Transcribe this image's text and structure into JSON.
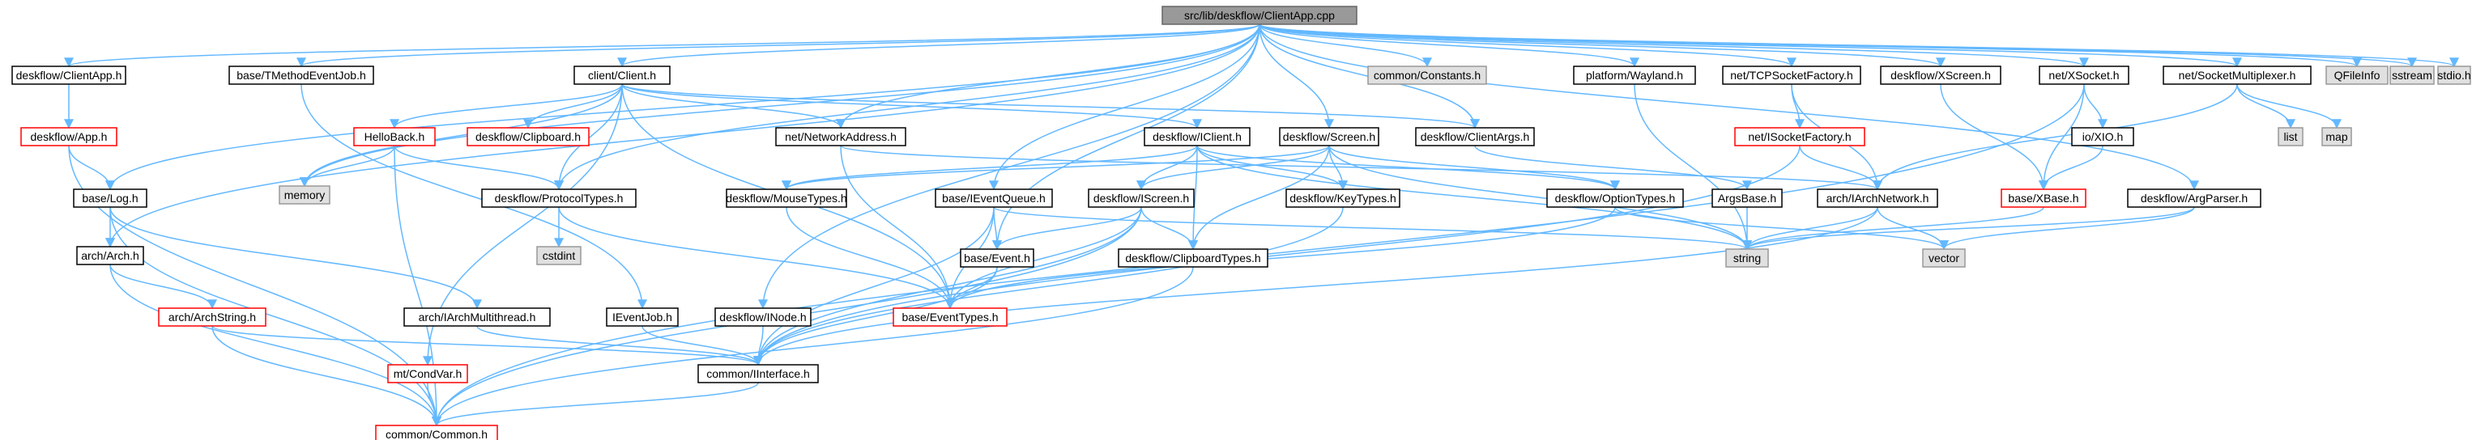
{
  "diagram": {
    "colors": {
      "root_fill": "#999999",
      "root_border": "#666666",
      "include_fill": "#ffffff",
      "include_border": "#000000",
      "missing_fill": "#ffffff",
      "missing_border": "#ff0000",
      "external_fill": "#e0e0e0",
      "external_border": "#999999",
      "edge": "#63b8ff"
    },
    "nodes": [
      {
        "id": "root",
        "label": "src/lib/deskflow/ClientApp.cpp",
        "kind": "root"
      },
      {
        "id": "clientapp_h",
        "label": "deskflow/ClientApp.h",
        "kind": "include"
      },
      {
        "id": "tmethod",
        "label": "base/TMethodEventJob.h",
        "kind": "include"
      },
      {
        "id": "client_h",
        "label": "client/Client.h",
        "kind": "include"
      },
      {
        "id": "constants",
        "label": "common/Constants.h",
        "kind": "external"
      },
      {
        "id": "wayland",
        "label": "platform/Wayland.h",
        "kind": "include"
      },
      {
        "id": "tcpfactory",
        "label": "net/TCPSocketFactory.h",
        "kind": "include"
      },
      {
        "id": "xscreen",
        "label": "deskflow/XScreen.h",
        "kind": "include"
      },
      {
        "id": "xsocket",
        "label": "net/XSocket.h",
        "kind": "include"
      },
      {
        "id": "multiplexer",
        "label": "net/SocketMultiplexer.h",
        "kind": "include"
      },
      {
        "id": "qfileinfo",
        "label": "QFileInfo",
        "kind": "external"
      },
      {
        "id": "sstream",
        "label": "sstream",
        "kind": "external"
      },
      {
        "id": "stdio",
        "label": "stdio.h",
        "kind": "external"
      },
      {
        "id": "app_h",
        "label": "deskflow/App.h",
        "kind": "missing"
      },
      {
        "id": "helloback",
        "label": "HelloBack.h",
        "kind": "missing"
      },
      {
        "id": "clipboard_h",
        "label": "deskflow/Clipboard.h",
        "kind": "missing"
      },
      {
        "id": "netaddress",
        "label": "net/NetworkAddress.h",
        "kind": "include"
      },
      {
        "id": "iclient",
        "label": "deskflow/IClient.h",
        "kind": "include"
      },
      {
        "id": "screen_h",
        "label": "deskflow/Screen.h",
        "kind": "include"
      },
      {
        "id": "clientargs",
        "label": "deskflow/ClientArgs.h",
        "kind": "include"
      },
      {
        "id": "isocketfactory",
        "label": "net/ISocketFactory.h",
        "kind": "missing"
      },
      {
        "id": "ixio",
        "label": "io/XIO.h",
        "kind": "include"
      },
      {
        "id": "list",
        "label": "list",
        "kind": "external"
      },
      {
        "id": "map",
        "label": "map",
        "kind": "external"
      },
      {
        "id": "memory",
        "label": "memory",
        "kind": "external"
      },
      {
        "id": "log_h",
        "label": "base/Log.h",
        "kind": "include"
      },
      {
        "id": "protocoltypes",
        "label": "deskflow/ProtocolTypes.h",
        "kind": "include"
      },
      {
        "id": "mousetypes",
        "label": "deskflow/MouseTypes.h",
        "kind": "include"
      },
      {
        "id": "ieventqueue",
        "label": "base/IEventQueue.h",
        "kind": "include"
      },
      {
        "id": "iscreen",
        "label": "deskflow/IScreen.h",
        "kind": "include"
      },
      {
        "id": "keytypes",
        "label": "deskflow/KeyTypes.h",
        "kind": "include"
      },
      {
        "id": "optiontypes",
        "label": "deskflow/OptionTypes.h",
        "kind": "include"
      },
      {
        "id": "argsbase",
        "label": "ArgsBase.h",
        "kind": "include"
      },
      {
        "id": "iarchnetwork",
        "label": "arch/IArchNetwork.h",
        "kind": "include"
      },
      {
        "id": "xbase",
        "label": "base/XBase.h",
        "kind": "missing"
      },
      {
        "id": "argparser",
        "label": "deskflow/ArgParser.h",
        "kind": "include"
      },
      {
        "id": "arch_h",
        "label": "arch/Arch.h",
        "kind": "include"
      },
      {
        "id": "cstdint",
        "label": "cstdint",
        "kind": "external"
      },
      {
        "id": "event_h",
        "label": "base/Event.h",
        "kind": "include"
      },
      {
        "id": "clipboardtypes",
        "label": "deskflow/ClipboardTypes.h",
        "kind": "include"
      },
      {
        "id": "string",
        "label": "string",
        "kind": "external"
      },
      {
        "id": "vector",
        "label": "vector",
        "kind": "external"
      },
      {
        "id": "archstring",
        "label": "arch/ArchString.h",
        "kind": "missing"
      },
      {
        "id": "iarchmultithread",
        "label": "arch/IArchMultithread.h",
        "kind": "include"
      },
      {
        "id": "ieventjob",
        "label": "IEventJob.h",
        "kind": "include"
      },
      {
        "id": "inode",
        "label": "deskflow/INode.h",
        "kind": "include"
      },
      {
        "id": "eventtypes",
        "label": "base/EventTypes.h",
        "kind": "missing"
      },
      {
        "id": "condvar",
        "label": "mt/CondVar.h",
        "kind": "missing"
      },
      {
        "id": "iinterface",
        "label": "common/IInterface.h",
        "kind": "include"
      },
      {
        "id": "common_h",
        "label": "common/Common.h",
        "kind": "missing"
      }
    ],
    "edges": [
      [
        "root",
        "clientapp_h"
      ],
      [
        "root",
        "tmethod"
      ],
      [
        "root",
        "client_h"
      ],
      [
        "root",
        "constants"
      ],
      [
        "root",
        "wayland"
      ],
      [
        "root",
        "tcpfactory"
      ],
      [
        "root",
        "xscreen"
      ],
      [
        "root",
        "xsocket"
      ],
      [
        "root",
        "multiplexer"
      ],
      [
        "root",
        "qfileinfo"
      ],
      [
        "root",
        "sstream"
      ],
      [
        "root",
        "stdio"
      ],
      [
        "root",
        "log_h"
      ],
      [
        "root",
        "arch_h"
      ],
      [
        "root",
        "memory"
      ],
      [
        "root",
        "protocoltypes"
      ],
      [
        "root",
        "netaddress"
      ],
      [
        "root",
        "ieventqueue"
      ],
      [
        "root",
        "screen_h"
      ],
      [
        "root",
        "clientargs"
      ],
      [
        "root",
        "argparser"
      ],
      [
        "root",
        "event_h"
      ],
      [
        "root",
        "inode"
      ],
      [
        "clientapp_h",
        "app_h"
      ],
      [
        "app_h",
        "log_h"
      ],
      [
        "app_h",
        "common_h"
      ],
      [
        "tmethod",
        "ieventjob"
      ],
      [
        "client_h",
        "memory"
      ],
      [
        "client_h",
        "helloback"
      ],
      [
        "client_h",
        "clipboard_h"
      ],
      [
        "client_h",
        "netaddress"
      ],
      [
        "client_h",
        "iclient"
      ],
      [
        "client_h",
        "clientargs"
      ],
      [
        "client_h",
        "condvar"
      ],
      [
        "client_h",
        "eventtypes"
      ],
      [
        "client_h",
        "protocoltypes"
      ],
      [
        "helloback",
        "memory"
      ],
      [
        "helloback",
        "protocoltypes"
      ],
      [
        "helloback",
        "common_h"
      ],
      [
        "netaddress",
        "eventtypes"
      ],
      [
        "netaddress",
        "iarchnetwork"
      ],
      [
        "iclient",
        "iscreen"
      ],
      [
        "iclient",
        "mousetypes"
      ],
      [
        "iclient",
        "keytypes"
      ],
      [
        "iclient",
        "clipboardtypes"
      ],
      [
        "iclient",
        "optiontypes"
      ],
      [
        "iclient",
        "string"
      ],
      [
        "screen_h",
        "mousetypes"
      ],
      [
        "screen_h",
        "keytypes"
      ],
      [
        "screen_h",
        "optiontypes"
      ],
      [
        "screen_h",
        "clipboardtypes"
      ],
      [
        "screen_h",
        "iscreen"
      ],
      [
        "screen_h",
        "string"
      ],
      [
        "clientargs",
        "argsbase"
      ],
      [
        "wayland",
        "string"
      ],
      [
        "tcpfactory",
        "isocketfactory"
      ],
      [
        "tcpfactory",
        "iarchnetwork"
      ],
      [
        "isocketfactory",
        "iarchnetwork"
      ],
      [
        "isocketfactory",
        "iinterface"
      ],
      [
        "xscreen",
        "xbase"
      ],
      [
        "xsocket",
        "ixio"
      ],
      [
        "xsocket",
        "xbase"
      ],
      [
        "xsocket",
        "common_h"
      ],
      [
        "ixio",
        "xbase"
      ],
      [
        "multiplexer",
        "list"
      ],
      [
        "multiplexer",
        "map"
      ],
      [
        "multiplexer",
        "iarchnetwork"
      ],
      [
        "argparser",
        "string"
      ],
      [
        "argparser",
        "vector"
      ],
      [
        "log_h",
        "arch_h"
      ],
      [
        "log_h",
        "iarchmultithread"
      ],
      [
        "log_h",
        "common_h"
      ],
      [
        "arch_h",
        "archstring"
      ],
      [
        "arch_h",
        "common_h"
      ],
      [
        "archstring",
        "iinterface"
      ],
      [
        "archstring",
        "common_h"
      ],
      [
        "iarchmultithread",
        "iinterface"
      ],
      [
        "protocoltypes",
        "cstdint"
      ],
      [
        "protocoltypes",
        "eventtypes"
      ],
      [
        "mousetypes",
        "eventtypes"
      ],
      [
        "ieventqueue",
        "event_h"
      ],
      [
        "ieventqueue",
        "eventtypes"
      ],
      [
        "ieventqueue",
        "iinterface"
      ],
      [
        "ieventqueue",
        "string"
      ],
      [
        "iscreen",
        "event_h"
      ],
      [
        "iscreen",
        "clipboardtypes"
      ],
      [
        "iscreen",
        "eventtypes"
      ],
      [
        "iscreen",
        "iinterface"
      ],
      [
        "iscreen",
        "common_h"
      ],
      [
        "keytypes",
        "iinterface"
      ],
      [
        "optiontypes",
        "eventtypes"
      ],
      [
        "optiontypes",
        "vector"
      ],
      [
        "argsbase",
        "string"
      ],
      [
        "iarchnetwork",
        "string"
      ],
      [
        "iarchnetwork",
        "vector"
      ],
      [
        "iarchnetwork",
        "iinterface"
      ],
      [
        "xbase",
        "string"
      ],
      [
        "event_h",
        "eventtypes"
      ],
      [
        "event_h",
        "iinterface"
      ],
      [
        "clipboardtypes",
        "common_h"
      ],
      [
        "ieventjob",
        "iinterface"
      ],
      [
        "inode",
        "iinterface"
      ],
      [
        "condvar",
        "common_h"
      ],
      [
        "iinterface",
        "common_h"
      ]
    ]
  }
}
